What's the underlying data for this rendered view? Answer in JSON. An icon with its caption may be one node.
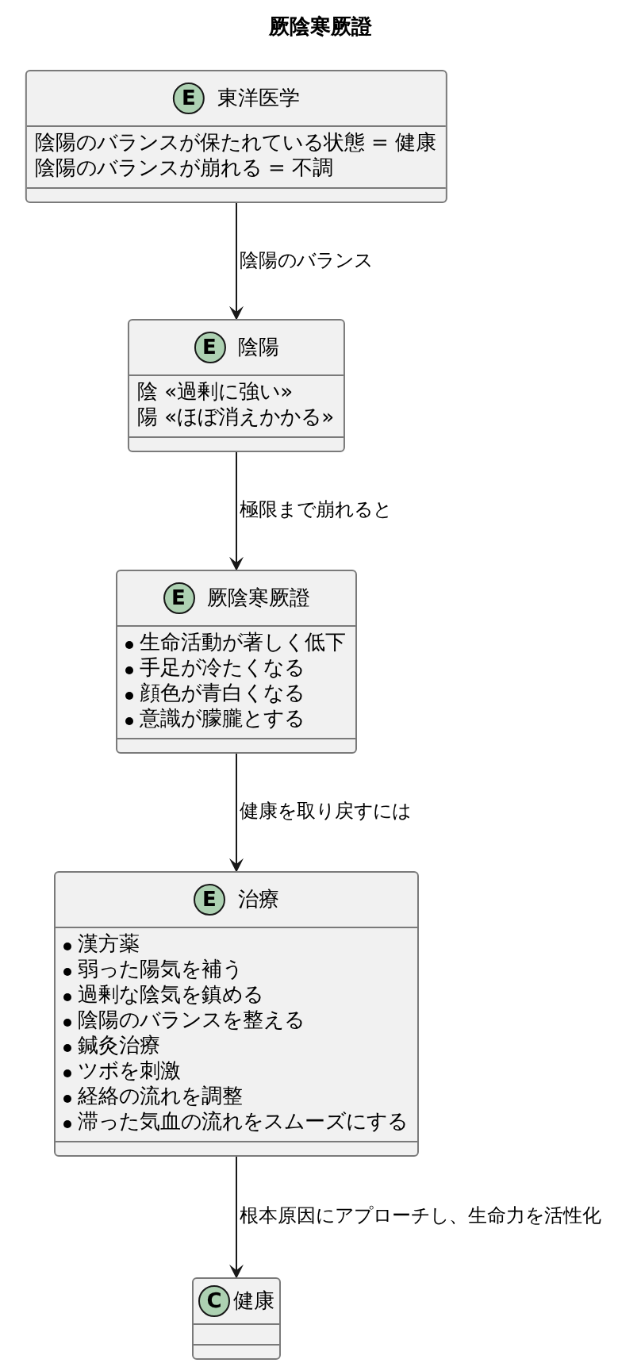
{
  "diagram": {
    "title": "厥陰寒厥證",
    "nodes": [
      {
        "text": [
          "E",
          "東洋医学",
          "陰陽のバランスが保たれている状態 = 健康",
          "陰陽のバランスが崩れる = 不調"
        ]
      },
      {
        "text": [
          "E",
          "陰陽",
          "陰 «過剰に強い»",
          "陽 «ほぼ消えかかる»"
        ]
      },
      {
        "text": [
          "E",
          "厥陰寒厥證",
          "生命活動が著しく低下",
          "手足が冷たくなる",
          "顔色が青白くなる",
          "意識が朦朧とする"
        ]
      },
      {
        "text": [
          "E",
          "治療",
          "漢方薬",
          "弱った陽気を補う",
          "過剰な陰気を鎮める",
          "陰陽のバランスを整える",
          "鍼灸治療",
          "ツボを刺激",
          "経絡の流れを調整",
          "滞った気血の流れをスムーズにする"
        ]
      },
      {
        "text": [
          "C",
          "健康"
        ]
      }
    ],
    "edges": [
      {
        "from": 0,
        "to": 1,
        "arrow": "to",
        "label": "陰陽のバランス"
      },
      {
        "from": 1,
        "to": 2,
        "arrow": "to",
        "label": "極限まで崩れると"
      },
      {
        "from": 2,
        "to": 3,
        "arrow": "to",
        "label": "健康を取り戻すには"
      },
      {
        "from": 3,
        "to": 4,
        "arrow": "to",
        "label": "根本原因にアプローチし、生命力を活性化"
      }
    ]
  }
}
